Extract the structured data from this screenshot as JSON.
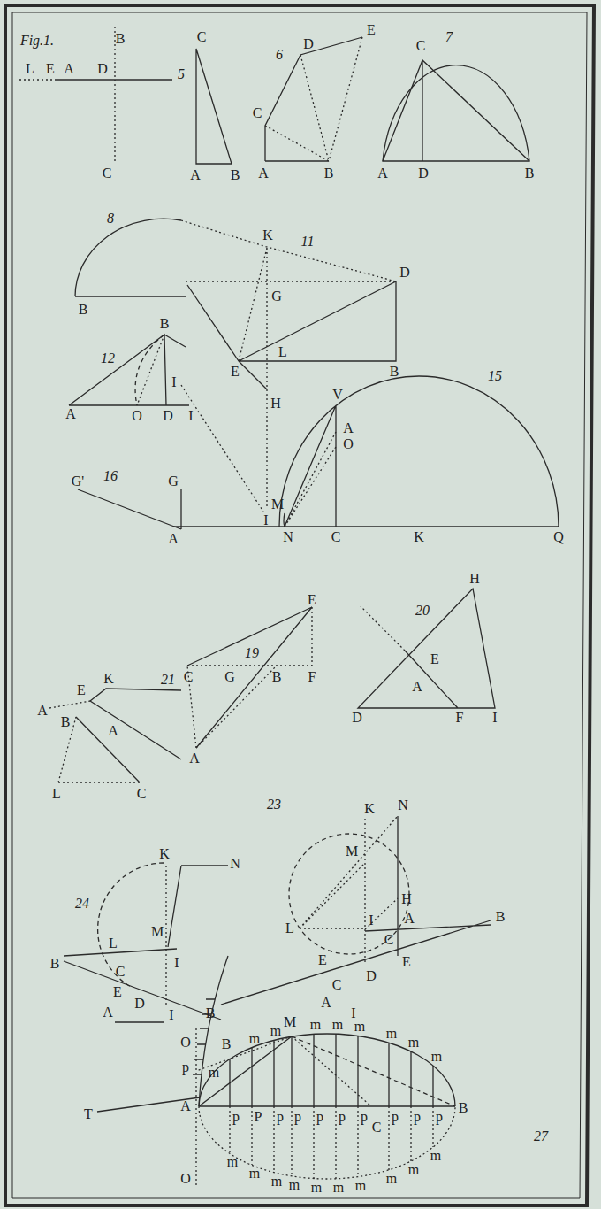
{
  "diagram": {
    "labels": [
      "Fig.1.",
      "B",
      "L",
      "E",
      "A",
      "D",
      "C",
      "5",
      "C",
      "A",
      "B",
      "6",
      "D",
      "E",
      "C",
      "A",
      "B",
      "7",
      "C",
      "A",
      "D",
      "B",
      "8",
      "B",
      "K",
      "11",
      "D",
      "G",
      "E",
      "L",
      "B",
      "H",
      "B",
      "12",
      "I",
      "A",
      "O",
      "D",
      "I",
      "V",
      "15",
      "A",
      "O",
      "M",
      "N",
      "C",
      "K",
      "Q",
      "I",
      "G'",
      "16",
      "G",
      "A",
      "E",
      "19",
      "C",
      "G",
      "B",
      "F",
      "A",
      "H",
      "20",
      "E",
      "A",
      "D",
      "F",
      "I",
      "A",
      "K",
      "E",
      "21",
      "B",
      "A",
      "L",
      "C",
      "23",
      "K",
      "N",
      "M",
      "H",
      "L",
      "I",
      "A",
      "B",
      "C",
      "E",
      "E",
      "C",
      "D",
      "A",
      "I",
      "B",
      "K",
      "N",
      "24",
      "M",
      "L",
      "I",
      "B",
      "C",
      "E",
      "D",
      "A",
      "I",
      "B",
      "T",
      "O",
      "M",
      "p",
      "m",
      "A",
      "m",
      "m",
      "m",
      "m",
      "m",
      "m",
      "m",
      "m",
      "p",
      "P",
      "p",
      "p",
      "p",
      "p",
      "p",
      "p",
      "p",
      "p",
      "C",
      "B",
      "27",
      "O",
      "m",
      "m",
      "m",
      "m",
      "m",
      "m",
      "m",
      "m",
      "m",
      "m"
    ]
  }
}
